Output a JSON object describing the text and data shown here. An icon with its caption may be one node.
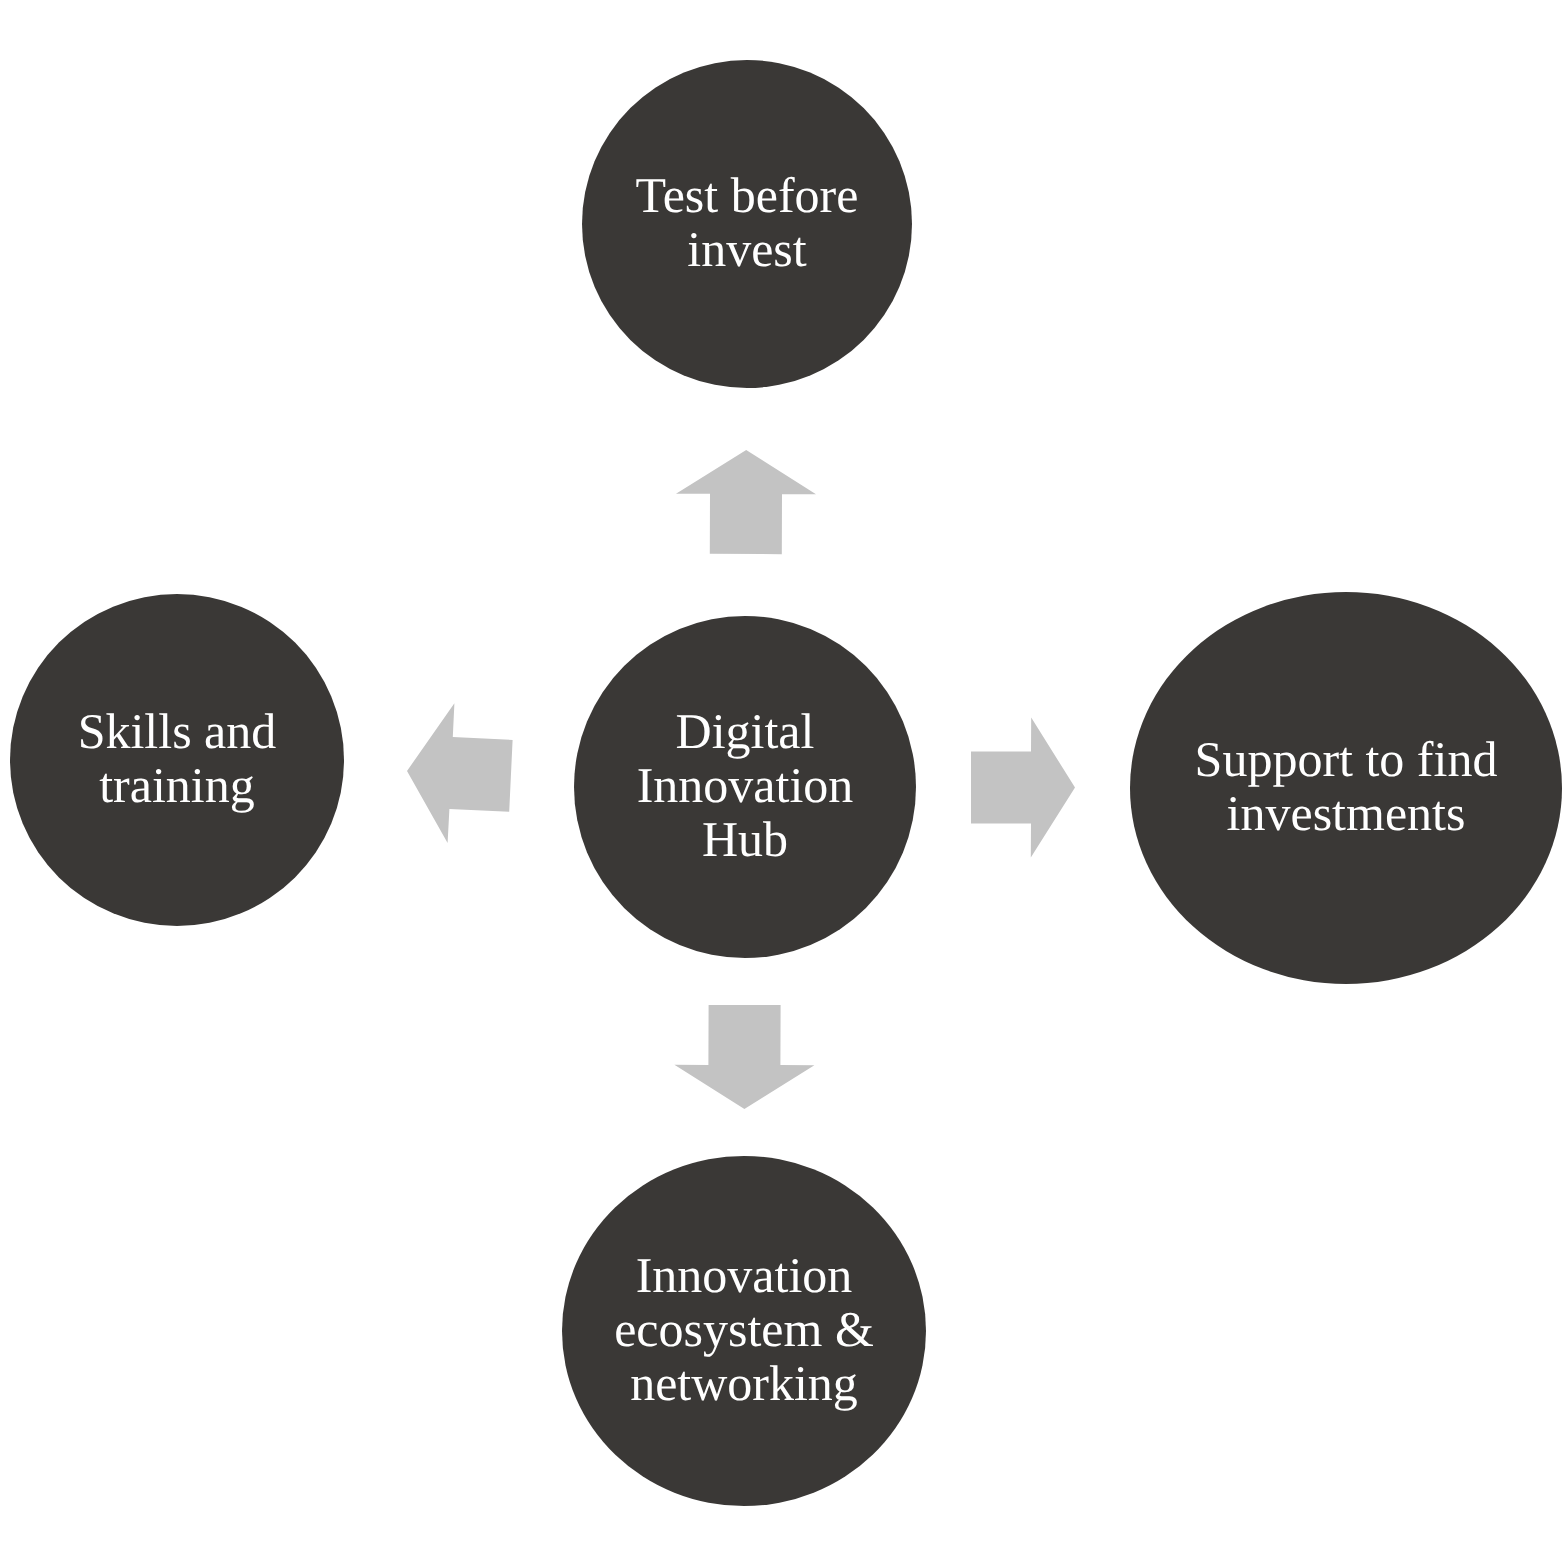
{
  "diagram": {
    "nodes": [
      {
        "text": [
          "Test before invest"
        ]
      },
      {
        "text": [
          "Skills and training"
        ]
      },
      {
        "text": [
          "Digital Innovation Hub"
        ]
      },
      {
        "text": [
          "Support to find investments"
        ]
      },
      {
        "text": [
          "Innovation ecosystem & networking"
        ]
      }
    ],
    "edges": [
      {
        "from": 2,
        "to": 0,
        "arrow": "to"
      },
      {
        "from": 2,
        "to": 1,
        "arrow": "to"
      },
      {
        "from": 2,
        "to": 3,
        "arrow": "to"
      },
      {
        "from": 2,
        "to": 4,
        "arrow": "to"
      }
    ]
  }
}
